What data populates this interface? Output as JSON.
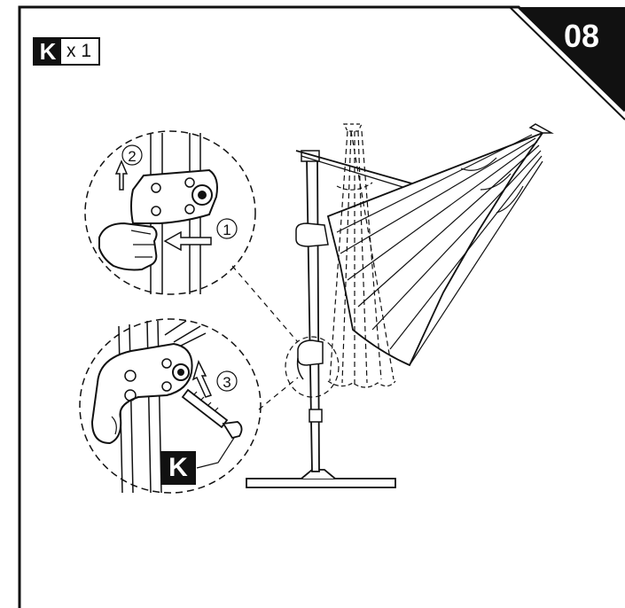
{
  "part": {
    "letter": "K",
    "quantity": "x 1"
  },
  "step": {
    "number": "08"
  },
  "callouts": {
    "c1": "1",
    "c2": "2",
    "c3": "3"
  },
  "part_label": "K"
}
